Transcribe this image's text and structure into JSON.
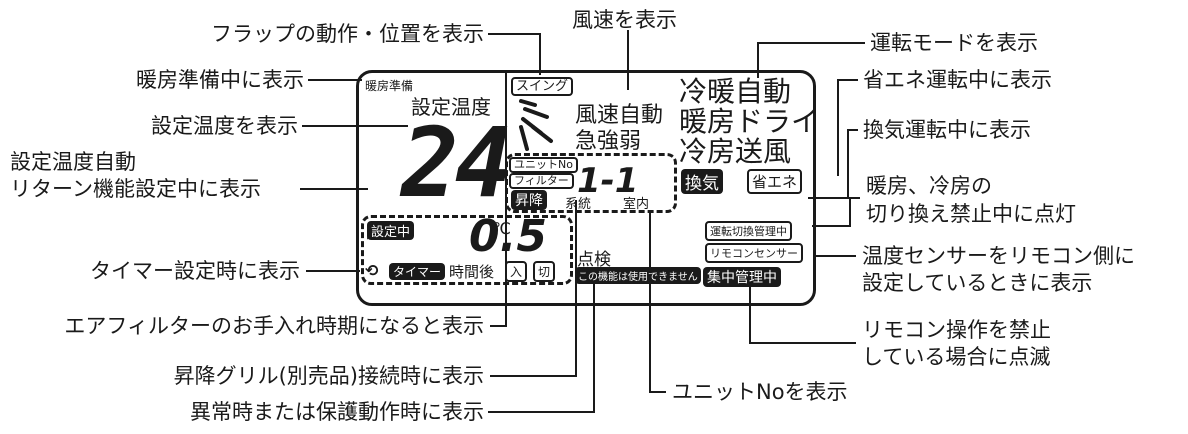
{
  "labels": {
    "flap": "フラップの動作・位置を表示",
    "fanspeed": "風速を表示",
    "mode": "運転モードを表示",
    "heat_prep": "暖房準備中に表示",
    "eco": "省エネ運転中に表示",
    "set_temp": "設定温度を表示",
    "vent": "換気運転中に表示",
    "auto_return_1": "設定温度自動",
    "auto_return_2": "リターン機能設定中に表示",
    "switch_ban_1": "暖房、冷房の",
    "switch_ban_2": "切り換え禁止中に点灯",
    "sensor_1": "温度センサーをリモコン側に",
    "sensor_2": "設定しているときに表示",
    "timer": "タイマー設定時に表示",
    "filter": "エアフィルターのお手入れ時期になると表示",
    "lock_1": "リモコン操作を禁止",
    "lock_2": "している場合に点滅",
    "grille": "昇降グリル(別売品)接続時に表示",
    "unit_no": "ユニットNoを表示",
    "error": "異常時または保護動作時に表示"
  },
  "lcd": {
    "heat_prep": "暖房準備",
    "set_temp_label": "設定温度",
    "temperature": "24",
    "celsius": "℃",
    "auto": "自動",
    "swing": "スイング",
    "fan_row1": "風速自動",
    "fan_row2": "急強弱",
    "mode_row1": "冷暖自動",
    "mode_row2": "暖房ドライ",
    "mode_row3": "冷房送風",
    "vent_badge": "換気",
    "eco_badge": "省エネ",
    "unit_no_label": "ユニットNo",
    "filter_badge": "フィルター",
    "grille_badge": "昇降",
    "system": "系統",
    "indoor": "室内",
    "unit_digits": "1-1",
    "setting_badge": "設定中",
    "timer_value": "0.5",
    "timer_badge": "タイマー",
    "hours_after": "時間後",
    "on_box": "入",
    "off_box": "切",
    "inspection": "点検",
    "not_available": "この機能は使用できません",
    "central_badge": "集中管理中",
    "switch_ban_box": "運転切換管理中",
    "sensor_box": "リモコンセンサー"
  },
  "colors": {
    "ink": "#1a1a1a",
    "background": "#ffffff"
  }
}
